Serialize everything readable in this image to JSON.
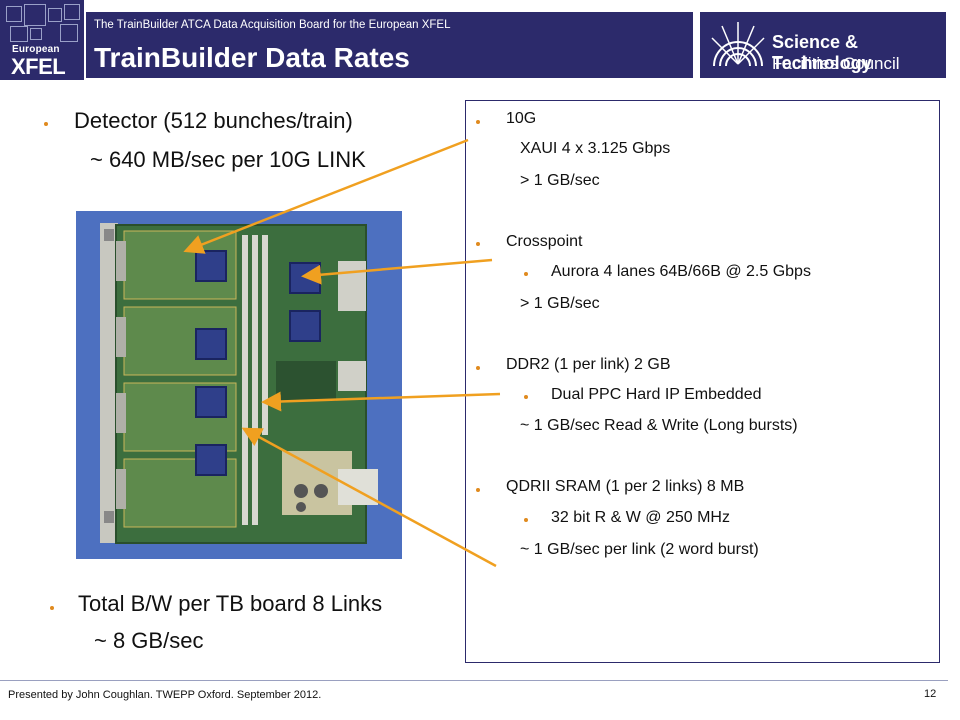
{
  "header": {
    "logo_line1": "European",
    "logo_line2": "XFEL",
    "subtitle": "The TrainBuilder  ATCA Data Acquisition Board for the European XFEL",
    "title": "TrainBuilder Data Rates",
    "partner_line1": "Science & Technology",
    "partner_line2": "Facilities Council"
  },
  "left": {
    "detector": "Detector (512 bunches/train)",
    "rate_per_link": "~ 640 MB/sec per 10G LINK",
    "total": "Total B/W per TB board 8 Links",
    "total_rate": "~ 8 GB/sec"
  },
  "specs": {
    "ten_g": "10G",
    "xaui": "XAUI  4 x 3.125 Gbps",
    "ten_g_rate": "> 1 GB/sec",
    "crosspoint": "Crosspoint",
    "aurora": "Aurora 4 lanes 64B/66B @ 2.5 Gbps",
    "crosspoint_rate": "> 1 GB/sec",
    "ddr2": "DDR2  (1 per link)  2 GB",
    "ppc": "Dual PPC Hard IP Embedded",
    "ddr2_rate": "~ 1 GB/sec   Read & Write  (Long bursts)",
    "qdr": "QDRII  SRAM (1 per 2 links)  8 MB",
    "qdr_bus": "32 bit R & W @ 250 MHz",
    "qdr_rate": "~ 1 GB/sec per link   (2 word burst)"
  },
  "footer": {
    "presenter": "Presented by John Coughlan. TWEPP Oxford. September  2012.",
    "page": "12"
  },
  "colors": {
    "brand": "#2c2a6b",
    "bullet": "#e08a1e",
    "arrow": "#f0a020",
    "photo_bg": "#4d70c0",
    "board": "#3c6e3e"
  }
}
